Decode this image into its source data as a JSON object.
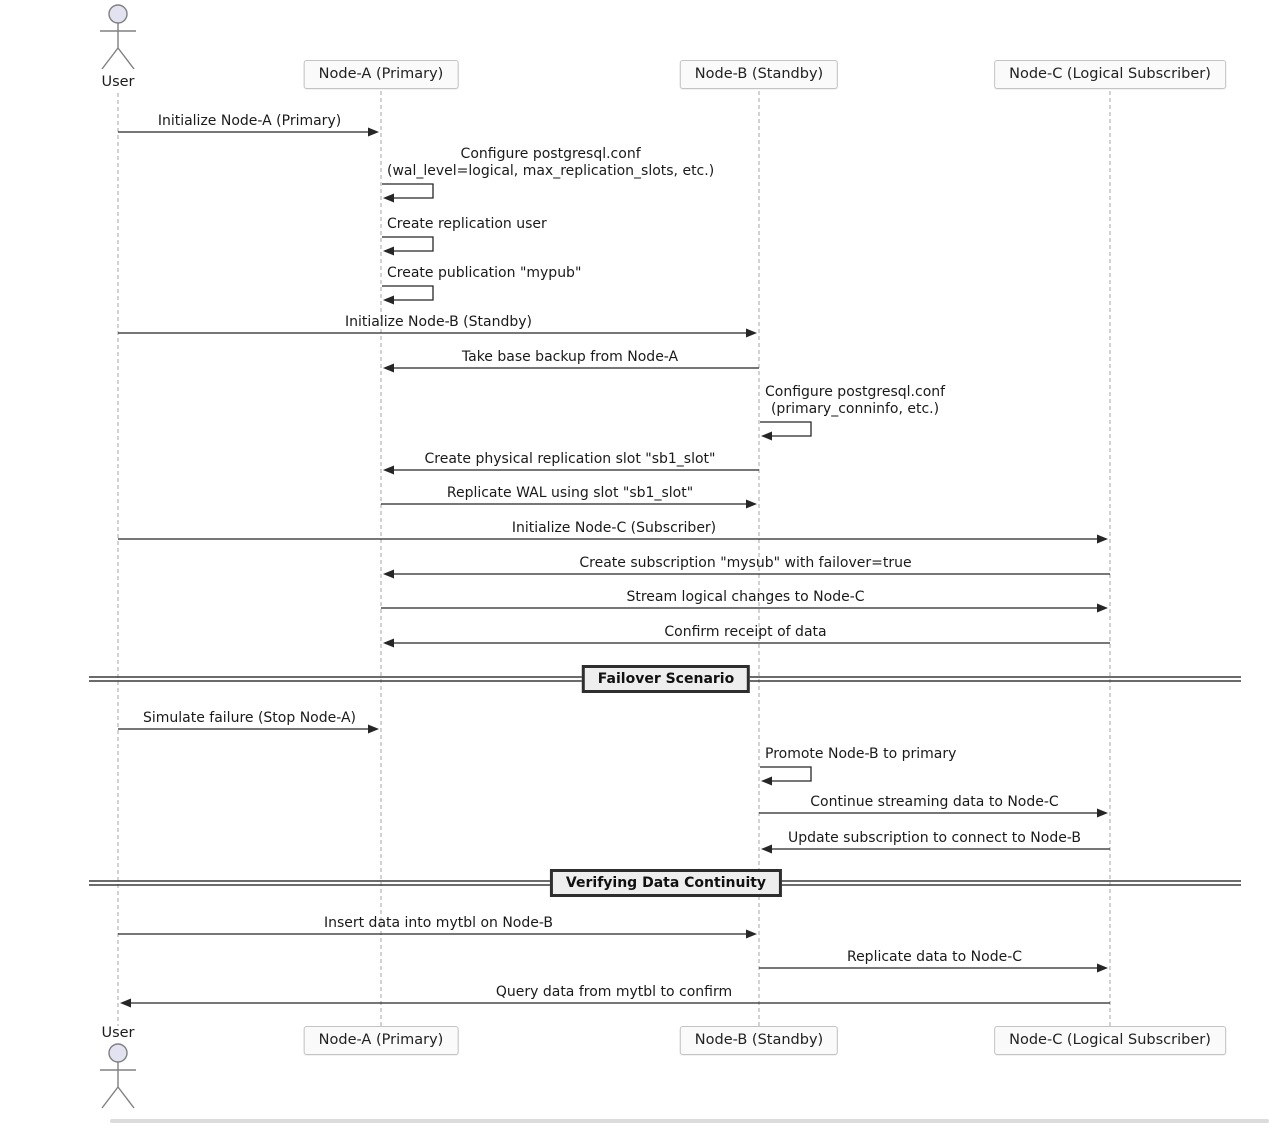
{
  "diagram": {
    "type": "uml-sequence",
    "participants": [
      {
        "id": "user",
        "label": "User",
        "kind": "actor"
      },
      {
        "id": "nodeA",
        "label": "Node-A (Primary)",
        "kind": "participant"
      },
      {
        "id": "nodeB",
        "label": "Node-B (Standby)",
        "kind": "participant"
      },
      {
        "id": "nodeC",
        "label": "Node-C (Logical Subscriber)",
        "kind": "participant"
      }
    ],
    "events": [
      {
        "kind": "message",
        "from": "user",
        "to": "nodeA",
        "label": "Initialize Node-A (Primary)"
      },
      {
        "kind": "self",
        "on": "nodeA",
        "label": "Configure postgresql.conf",
        "label2": "(wal_level=logical, max_replication_slots, etc.)"
      },
      {
        "kind": "self",
        "on": "nodeA",
        "label": "Create replication user"
      },
      {
        "kind": "self",
        "on": "nodeA",
        "label": "Create publication \"mypub\""
      },
      {
        "kind": "message",
        "from": "user",
        "to": "nodeB",
        "label": "Initialize Node-B (Standby)"
      },
      {
        "kind": "message",
        "from": "nodeB",
        "to": "nodeA",
        "label": "Take base backup from Node-A"
      },
      {
        "kind": "self",
        "on": "nodeB",
        "label": "Configure postgresql.conf",
        "label2": "(primary_conninfo, etc.)"
      },
      {
        "kind": "message",
        "from": "nodeB",
        "to": "nodeA",
        "label": "Create physical replication slot \"sb1_slot\""
      },
      {
        "kind": "message",
        "from": "nodeA",
        "to": "nodeB",
        "label": "Replicate WAL using slot \"sb1_slot\""
      },
      {
        "kind": "message",
        "from": "user",
        "to": "nodeC",
        "label": "Initialize Node-C (Subscriber)"
      },
      {
        "kind": "message",
        "from": "nodeC",
        "to": "nodeA",
        "label": "Create subscription \"mysub\" with failover=true"
      },
      {
        "kind": "message",
        "from": "nodeA",
        "to": "nodeC",
        "label": "Stream logical changes to Node-C"
      },
      {
        "kind": "message",
        "from": "nodeC",
        "to": "nodeA",
        "label": "Confirm receipt of data"
      },
      {
        "kind": "divider",
        "label": "Failover Scenario"
      },
      {
        "kind": "message",
        "from": "user",
        "to": "nodeA",
        "label": "Simulate failure (Stop Node-A)"
      },
      {
        "kind": "self",
        "on": "nodeB",
        "label": "Promote Node-B to primary"
      },
      {
        "kind": "message",
        "from": "nodeB",
        "to": "nodeC",
        "label": "Continue streaming data to Node-C"
      },
      {
        "kind": "message",
        "from": "nodeC",
        "to": "nodeB",
        "label": "Update subscription to connect to Node-B"
      },
      {
        "kind": "divider",
        "label": "Verifying Data Continuity"
      },
      {
        "kind": "message",
        "from": "user",
        "to": "nodeB",
        "label": "Insert data into mytbl on Node-B"
      },
      {
        "kind": "message",
        "from": "nodeB",
        "to": "nodeC",
        "label": "Replicate data to Node-C"
      },
      {
        "kind": "message",
        "from": "nodeC",
        "to": "user",
        "label": "Query data from mytbl to confirm"
      }
    ],
    "colors": {
      "message_line": "#262626",
      "lifeline": "#a6a6a6",
      "text": "#1a1a1a",
      "actor_head_fill": "#e2e2f0",
      "actor_stroke": "#808080",
      "participant_bg": "#fafafa",
      "participant_border": "#c3c3c3",
      "divider_bg": "#eeeeee",
      "divider_border": "#2e2e2e"
    }
  }
}
